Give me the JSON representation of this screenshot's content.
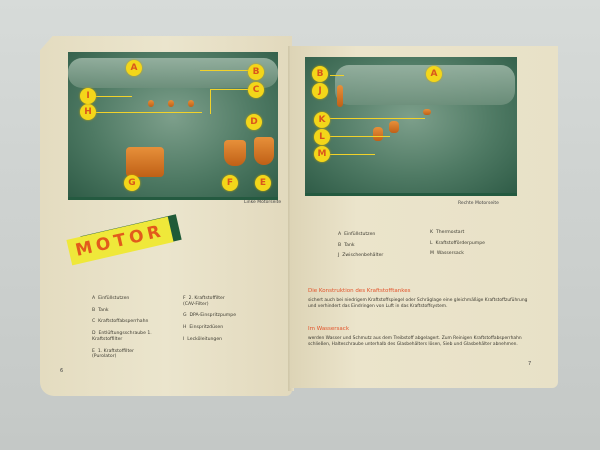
{
  "left_page": {
    "photo_caption": "Linke Motorseite",
    "title": "MOTOR",
    "callouts": [
      "A",
      "B",
      "C",
      "D",
      "E",
      "F",
      "G",
      "H",
      "I"
    ],
    "legend_col1": [
      {
        "key": "A",
        "text": "Einfüllstutzen"
      },
      {
        "key": "B",
        "text": "Tank"
      },
      {
        "key": "C",
        "text": "Kraftstoffabsperrhahn"
      },
      {
        "key": "D",
        "text": "Entlüftungsschraube 1. Kraftstoffilter"
      },
      {
        "key": "E",
        "text": "1. Kraftstoffilter (Purolator)"
      }
    ],
    "legend_col2": [
      {
        "key": "F",
        "text": "2. Kraftstoffilter (CAV-Filter)"
      },
      {
        "key": "G",
        "text": "DPA-Einspritzpumpe"
      },
      {
        "key": "H",
        "text": "Einspritzdüsen"
      },
      {
        "key": "I",
        "text": "Lecköleitungen"
      }
    ],
    "page_number": "6"
  },
  "right_page": {
    "photo_caption": "Rechte Motorseite",
    "callouts": [
      "A",
      "B",
      "J",
      "K",
      "L",
      "M"
    ],
    "legend_col1": [
      {
        "key": "A",
        "text": "Einfüllstutzen"
      },
      {
        "key": "B",
        "text": "Tank"
      },
      {
        "key": "J",
        "text": "Zwischenbehälter"
      }
    ],
    "legend_col2": [
      {
        "key": "K",
        "text": "Thermostart"
      },
      {
        "key": "L",
        "text": "Kraftstofförderpumpe"
      },
      {
        "key": "M",
        "text": "Wassersack"
      }
    ],
    "section1_heading": "Die Konstruktion des Kraftstofftankes",
    "section1_text": "sichert auch bei niedrigem Kraftstoffspiegel oder Schräglage eine gleichmäßige Kraftstoffzuführung und verhindert das Eindringen von Luft in das Kraftstoffsystem.",
    "section2_heading": "Im Wassersack",
    "section2_text": "werden Wasser und Schmutz aus dem Treibstoff abgelagert. Zum Reinigen Kraftstoffabsperrhahn schließen, Halteschraube unterhalb des Glasbehälters lösen, Sieb und Glasbehälter abnehmen.",
    "page_number": "7"
  },
  "colors": {
    "callout_fill": "#f3d61a",
    "callout_text": "#d9561c",
    "heading_red": "#e2532a",
    "motor_yellow": "#efe83a",
    "motor_green": "#1f5a37",
    "paper": "#e9e2c9"
  }
}
